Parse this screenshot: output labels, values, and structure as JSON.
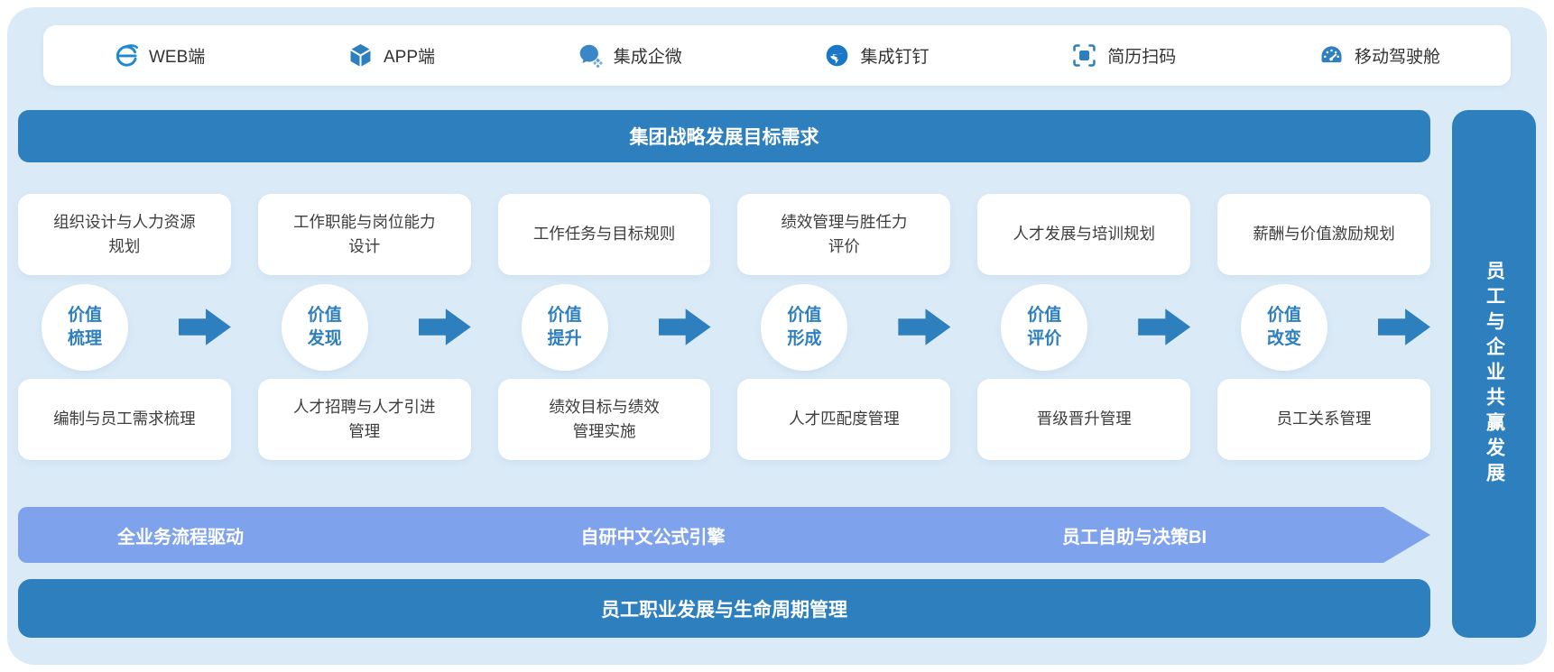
{
  "colors": {
    "accent_blue": "#2E7FBE",
    "periwinkle": "#7FA2EC",
    "background_light_blue": "#DAEAF7"
  },
  "top_bar": {
    "items": [
      {
        "icon": "ie-browser-icon",
        "label": "WEB端"
      },
      {
        "icon": "app-cube-icon",
        "label": "APP端"
      },
      {
        "icon": "wecom-chat-icon",
        "label": "集成企微"
      },
      {
        "icon": "dingtalk-icon",
        "label": "集成钉钉"
      },
      {
        "icon": "scan-code-icon",
        "label": "简历扫码"
      },
      {
        "icon": "dashboard-gauge-icon",
        "label": "移动驾驶舱"
      }
    ]
  },
  "strategy_banner": {
    "label": "集团战略发展目标需求"
  },
  "planning_cards": [
    {
      "label": "组织设计与人力资源\n规划"
    },
    {
      "label": "工作职能与岗位能力\n设计"
    },
    {
      "label": "工作任务与目标规则"
    },
    {
      "label": "绩效管理与胜任力\n评价"
    },
    {
      "label": "人才发展与培训规划"
    },
    {
      "label": "薪酬与价值激励规划"
    }
  ],
  "value_chain": [
    {
      "label": "价值\n梳理"
    },
    {
      "label": "价值\n发现"
    },
    {
      "label": "价值\n提升"
    },
    {
      "label": "价值\n形成"
    },
    {
      "label": "价值\n评价"
    },
    {
      "label": "价值\n改变"
    }
  ],
  "execution_cards": [
    {
      "label": "编制与员工需求梳理"
    },
    {
      "label": "人才招聘与人才引进\n管理"
    },
    {
      "label": "绩效目标与绩效\n管理实施"
    },
    {
      "label": "人才匹配度管理"
    },
    {
      "label": "晋级晋升管理"
    },
    {
      "label": "员工关系管理"
    }
  ],
  "engine_banner": {
    "items": [
      {
        "label": "全业务流程驱动"
      },
      {
        "label": "自研中文公式引擎"
      },
      {
        "label": "员工自助与决策BI"
      }
    ]
  },
  "lifecycle_banner": {
    "label": "员工职业发展与生命周期管理"
  },
  "outcome_banner": {
    "label": "员工与企业共赢发展"
  }
}
